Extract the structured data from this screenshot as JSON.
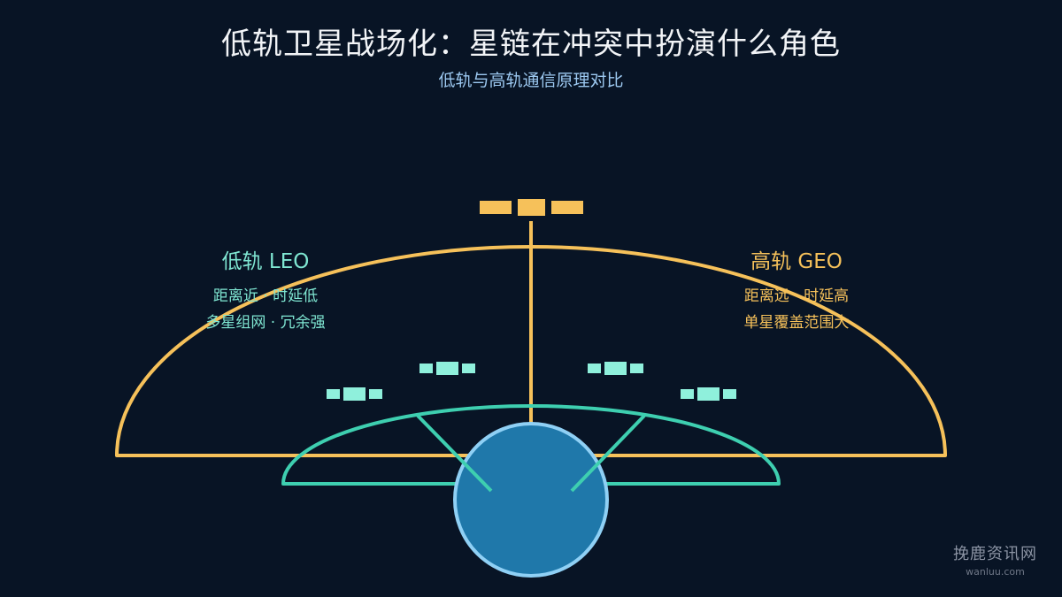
{
  "header": {
    "title": "低轨卫星战场化：星链在冲突中扮演什么角色",
    "subtitle": "低轨与高轨通信原理对比"
  },
  "leo": {
    "heading": "低轨 LEO",
    "line1": "距离近 · 时延低",
    "line2": "多星组网 · 冗余强"
  },
  "geo": {
    "heading": "高轨 GEO",
    "line1": "距离远 · 时延高",
    "line2": "单星覆盖范围大"
  },
  "watermark": {
    "brand": "挽鹿资讯网",
    "url": "wanluu.com"
  },
  "colors": {
    "background": "#081425",
    "geo_accent": "#f6c15a",
    "leo_accent": "#3ecfb0",
    "leo_satellite": "#8ff0dc",
    "earth_fill": "#1f78aa",
    "earth_stroke": "#8fd0f5"
  }
}
